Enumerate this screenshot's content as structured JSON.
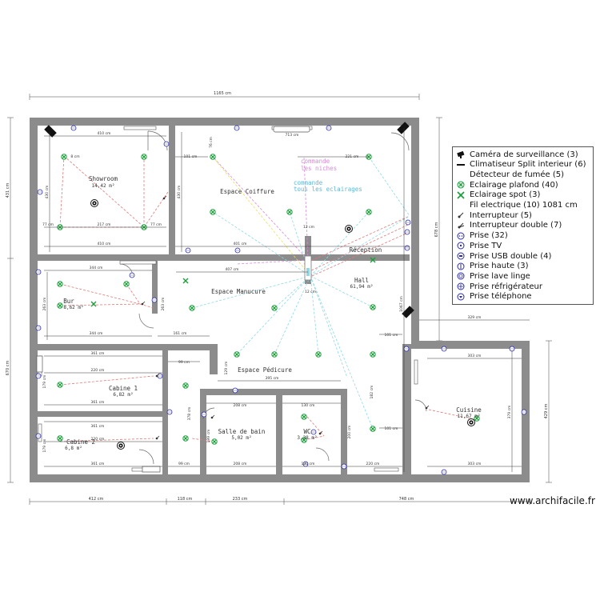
{
  "overall_dims": {
    "top_total": "1165 cm",
    "bottom": [
      "412 cm",
      "118 cm",
      "233 cm",
      "748 cm"
    ],
    "left_upper": "431 cm",
    "left_total": "670 cm",
    "right_hall": "678 cm",
    "right_cuisine": "429 cm"
  },
  "rooms": [
    {
      "name": "Showroom",
      "area": "14,42 m²"
    },
    {
      "name": "Espace Coiffure",
      "area": ""
    },
    {
      "name": "Réception",
      "area": ""
    },
    {
      "name": "Hall",
      "area": "61,94 m²"
    },
    {
      "name": "Espace Manucure",
      "area": ""
    },
    {
      "name": "Bur",
      "area": "8,62 m²"
    },
    {
      "name": "Cabine 1",
      "area": "6,82 m²"
    },
    {
      "name": "Cabine 2",
      "area": "6,8 m²"
    },
    {
      "name": "Espace Pédicure",
      "area": ""
    },
    {
      "name": "Salle de bain",
      "area": "5,02 m²"
    },
    {
      "name": "WC",
      "area": "3,28 m²"
    },
    {
      "name": "Cuisine",
      "area": "11,67 m²"
    }
  ],
  "annotations": {
    "niches": [
      "commande",
      "les niches"
    ],
    "eclairages": [
      "commande",
      "tous les eclairages"
    ]
  },
  "inner_dims": {
    "showroom_w": "410 cm",
    "showroom_h": "430 cm",
    "showroom_mid": "217 cm",
    "showroom_a": "77 cm",
    "showroom_b": "77 cm",
    "showroom_c": "8 cm",
    "coiffure_a": "101 cm",
    "coiffure_b": "713 cm",
    "coiffure_c": "221 cm",
    "coiffure_d": "401 cm",
    "coiffure_h": "430 cm",
    "coiffure_e": "12 cm",
    "coiffure_f": "76 cm",
    "bur_w": "344 cm",
    "bur_w2": "344 cm",
    "bur_h": "263 cm",
    "bur_e": "263 cm",
    "bur_f": "161 cm",
    "mid_a": "407 cm",
    "mid_b": "12 cm",
    "cab1_w": "361 cm",
    "cab1_w2": "220 cm",
    "cab1_w3": "361 cm",
    "cab2_w": "361 cm",
    "cab2_w2": "220 cm",
    "cab2_w3": "361 cm",
    "cab_h": "179 cm",
    "cab_h2": "179 cm",
    "corr_a": "99 cm",
    "corr_b": "99 cm",
    "corr_h": "378 cm",
    "ped_w": "395 cm",
    "ped_h": "129 cm",
    "sdb_w": "208 cm",
    "sdb_w2": "208 cm",
    "sdb_h": "199 cm",
    "wc_w": "130 cm",
    "wc_w2": "130 cm",
    "wc_h": "200 cm",
    "hall_a": "101 cm",
    "hall_b": "101 cm",
    "hall_c": "182 cm",
    "hall_d": "220 cm",
    "hall_e": "1067 cm",
    "cuis_top": "329 cm",
    "cuis_w": "303 cm",
    "cuis_w2": "303 cm",
    "cuis_h": "379 cm"
  },
  "legend": [
    {
      "icon": "camera",
      "label": "Caméra de surveillance (3)"
    },
    {
      "icon": "ac",
      "label": "Climatiseur Split interieur (6)"
    },
    {
      "icon": "none",
      "label": "Détecteur de fumée (5)"
    },
    {
      "icon": "ceiling-light",
      "label": "Eclairage plafond (40)"
    },
    {
      "icon": "spot-light",
      "label": "Eclairage spot (3)"
    },
    {
      "icon": "none",
      "label": "Fil electrique (10) 1081 cm"
    },
    {
      "icon": "switch",
      "label": "Interrupteur (5)"
    },
    {
      "icon": "double-switch",
      "label": "Interrupteur double (7)"
    },
    {
      "icon": "outlet",
      "label": "Prise (32)"
    },
    {
      "icon": "tv-outlet",
      "label": "Prise TV"
    },
    {
      "icon": "usb-outlet",
      "label": "Prise USB double (4)"
    },
    {
      "icon": "high-outlet",
      "label": "Prise haute (3)"
    },
    {
      "icon": "washer-outlet",
      "label": "Prise lave linge"
    },
    {
      "icon": "fridge-outlet",
      "label": "Prise réfrigérateur"
    },
    {
      "icon": "phone-outlet",
      "label": "Prise téléphone"
    }
  ],
  "watermark": "www.archifacile.fr",
  "colors": {
    "wall": "#8c8c8c",
    "light": "#1a9e3a",
    "outlet": "#2a2aa8",
    "wire_niches": "#d88ad8",
    "wire_all": "#8fd8e6",
    "wire_other": "#e07a7a"
  }
}
